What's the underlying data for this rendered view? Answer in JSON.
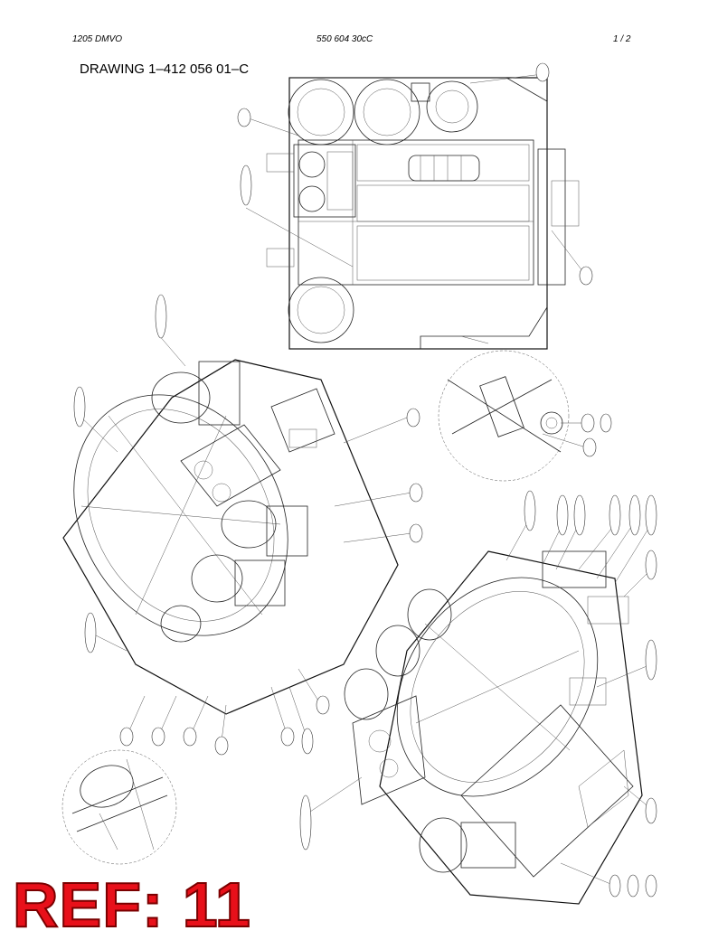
{
  "header": {
    "doc_id": "1205 DMVO",
    "part_no": "550 604 30cC",
    "page": "1 /  2"
  },
  "drawing_title": "DRAWING 1–412 056 01–C",
  "ref_label": "REF: 11",
  "views": [
    {
      "name": "top-view"
    },
    {
      "name": "isometric-view-left"
    },
    {
      "name": "isometric-view-right"
    },
    {
      "name": "detail-circle-top"
    },
    {
      "name": "detail-circle-bottom"
    }
  ]
}
